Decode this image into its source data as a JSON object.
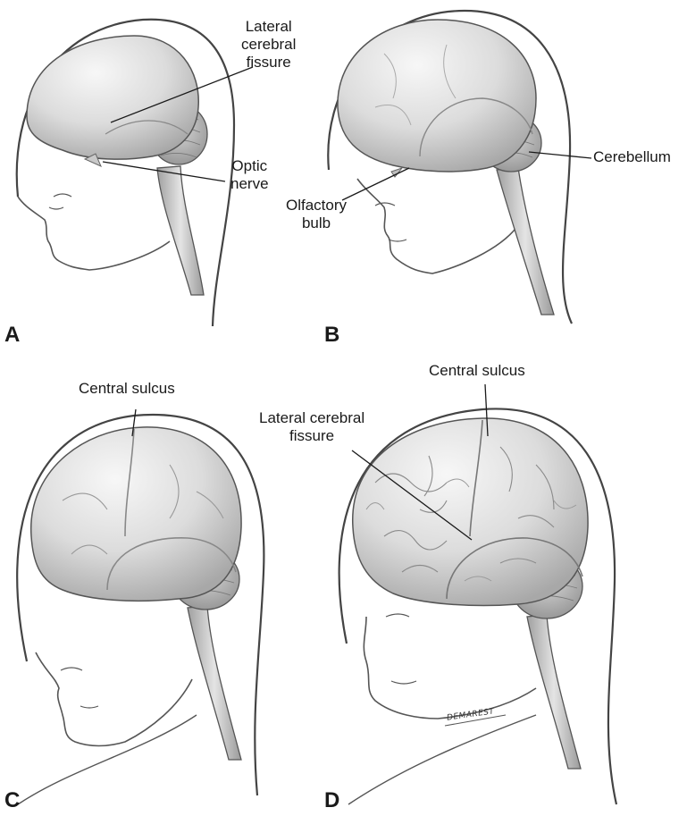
{
  "panels": [
    {
      "letter": "A"
    },
    {
      "letter": "B"
    },
    {
      "letter": "C"
    },
    {
      "letter": "D"
    }
  ],
  "labels": {
    "a_lateral": "Lateral\ncerebral\nfissure",
    "a_optic": "Optic\nnerve",
    "b_olfactory": "Olfactory\nbulb",
    "b_cerebellum": "Cerebellum",
    "c_central": "Central sulcus",
    "d_central": "Central sulcus",
    "d_lateral": "Lateral cerebral\nfissure"
  },
  "signature": "DEMAREST",
  "colors": {
    "outline": "#3a3a3a",
    "brain_light": "#f3f3f3",
    "brain_dark": "#b9b9b9",
    "leader": "#1a1a1a"
  }
}
